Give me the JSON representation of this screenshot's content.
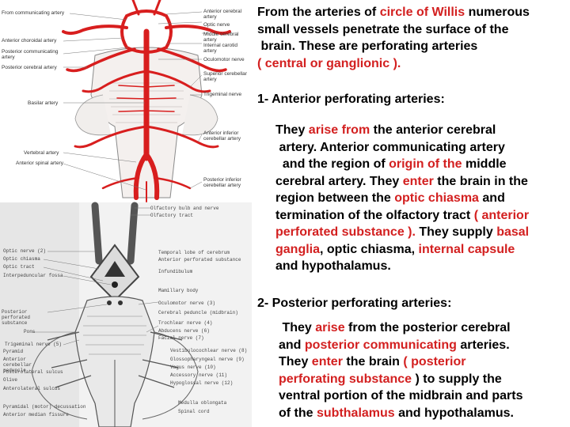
{
  "figure": {
    "top_labels_left": [
      "From communicating artery",
      "Anterior choroidal artery",
      "Posterior communicating artery",
      "Posterior cerebral artery",
      "Basilar artery",
      "Vertebral artery",
      "Anterior spinal artery"
    ],
    "top_labels_right": [
      "Anterior cerebral artery",
      "Optic nerve",
      "Middle cerebral artery",
      "Internal carotid artery",
      "Oculomotor nerve",
      "Superior cerebellar artery",
      "Trigeminal nerve",
      "Anterior inferior cerebellar artery",
      "Posterior inferior cerebellar artery"
    ],
    "bottom_labels_left": [
      "Optic nerve (2)",
      "Optic chiasma",
      "Optic tract",
      "Interpeduncular fossa",
      "Posterior perforated substance",
      "Pons",
      "Trigeminal nerve (5)",
      "Pyramid",
      "Anterior cerebellar peduncle",
      "Posterolateral sulcus",
      "Olive",
      "Anterolateral sulcus",
      "Pyramidal (motor) decussation",
      "Anterior median fissure"
    ],
    "bottom_labels_right": [
      "Olfactory bulb and nerve",
      "Olfactory tract",
      "Temporal lobe of cerebrum",
      "Anterior perforated substance",
      "Infundibulum",
      "Mamillary body",
      "Oculomotor nerve (3)",
      "Cerebral peduncle (midbrain)",
      "Trochlear nerve (4)",
      "Abducens nerve (6)",
      "Facial nerve (7)",
      "Vestibulocochlear nerve (8)",
      "Glossopharyngeal nerve (9)",
      "Vagus nerve (10)",
      "Accessory nerve (11)",
      "Hypoglossal nerve (12)",
      "Medulla oblongata",
      "Spinal cord"
    ]
  },
  "text": {
    "intro": [
      [
        {
          "t": "From the arteries of ",
          "c": "k"
        },
        {
          "t": "circle of Willis",
          "c": "r"
        },
        {
          "t": " numerous",
          "c": "k"
        }
      ],
      [
        {
          "t": "small vessels penetrate the surface of the",
          "c": "k"
        }
      ],
      [
        {
          "t": " brain. These are perforating arteries",
          "c": "k"
        }
      ],
      [
        {
          "t": "( central or ganglionic ).",
          "c": "r"
        }
      ]
    ],
    "heading1": "1- Anterior perforating arteries:",
    "para1": [
      [
        {
          "t": "They ",
          "c": "k"
        },
        {
          "t": "arise from",
          "c": "r"
        },
        {
          "t": " the anterior cerebral",
          "c": "k"
        }
      ],
      [
        {
          "t": " artery. Anterior communicating artery",
          "c": "k"
        }
      ],
      [
        {
          "t": "  and the region of ",
          "c": "k"
        },
        {
          "t": "origin of the",
          "c": "r"
        },
        {
          "t": " middle",
          "c": "k"
        }
      ],
      [
        {
          "t": "cerebral artery. They ",
          "c": "k"
        },
        {
          "t": "enter",
          "c": "r"
        },
        {
          "t": " the brain in the",
          "c": "k"
        }
      ],
      [
        {
          "t": "region between the ",
          "c": "k"
        },
        {
          "t": "optic chiasma",
          "c": "r"
        },
        {
          "t": " and",
          "c": "k"
        }
      ],
      [
        {
          "t": "termination of the olfactory tract ",
          "c": "k"
        },
        {
          "t": "( anterior",
          "c": "r"
        }
      ],
      [
        {
          "t": "perforated substance ).",
          "c": "r"
        },
        {
          "t": " They supply ",
          "c": "k"
        },
        {
          "t": "basal",
          "c": "r"
        }
      ],
      [
        {
          "t": "ganglia",
          "c": "r"
        },
        {
          "t": ", optic chiasma, ",
          "c": "k"
        },
        {
          "t": "internal capsule",
          "c": "r"
        }
      ],
      [
        {
          "t": "and hypothalamus.",
          "c": "k"
        }
      ]
    ],
    "heading2": "2- Posterior perforating arteries:",
    "para2": [
      [
        {
          "t": " They ",
          "c": "k"
        },
        {
          "t": "arise",
          "c": "r"
        },
        {
          "t": " from the posterior cerebral",
          "c": "k"
        }
      ],
      [
        {
          "t": "and ",
          "c": "k"
        },
        {
          "t": "posterior communicating",
          "c": "r"
        },
        {
          "t": " arteries.",
          "c": "k"
        }
      ],
      [
        {
          "t": "They ",
          "c": "k"
        },
        {
          "t": "enter",
          "c": "r"
        },
        {
          "t": " the brain ",
          "c": "k"
        },
        {
          "t": "( posterior",
          "c": "r"
        }
      ],
      [
        {
          "t": "perforating substance",
          "c": "r"
        },
        {
          "t": " ) to supply the",
          "c": "k"
        }
      ],
      [
        {
          "t": "ventral portion of the midbrain and parts",
          "c": "k"
        }
      ],
      [
        {
          "t": "of the ",
          "c": "k"
        },
        {
          "t": "subthalamus",
          "c": "r"
        },
        {
          "t": " and hypothalamus.",
          "c": "k"
        }
      ]
    ]
  },
  "colors": {
    "red": "#d32020",
    "artery": "#d81e1e",
    "text": "#000000"
  }
}
